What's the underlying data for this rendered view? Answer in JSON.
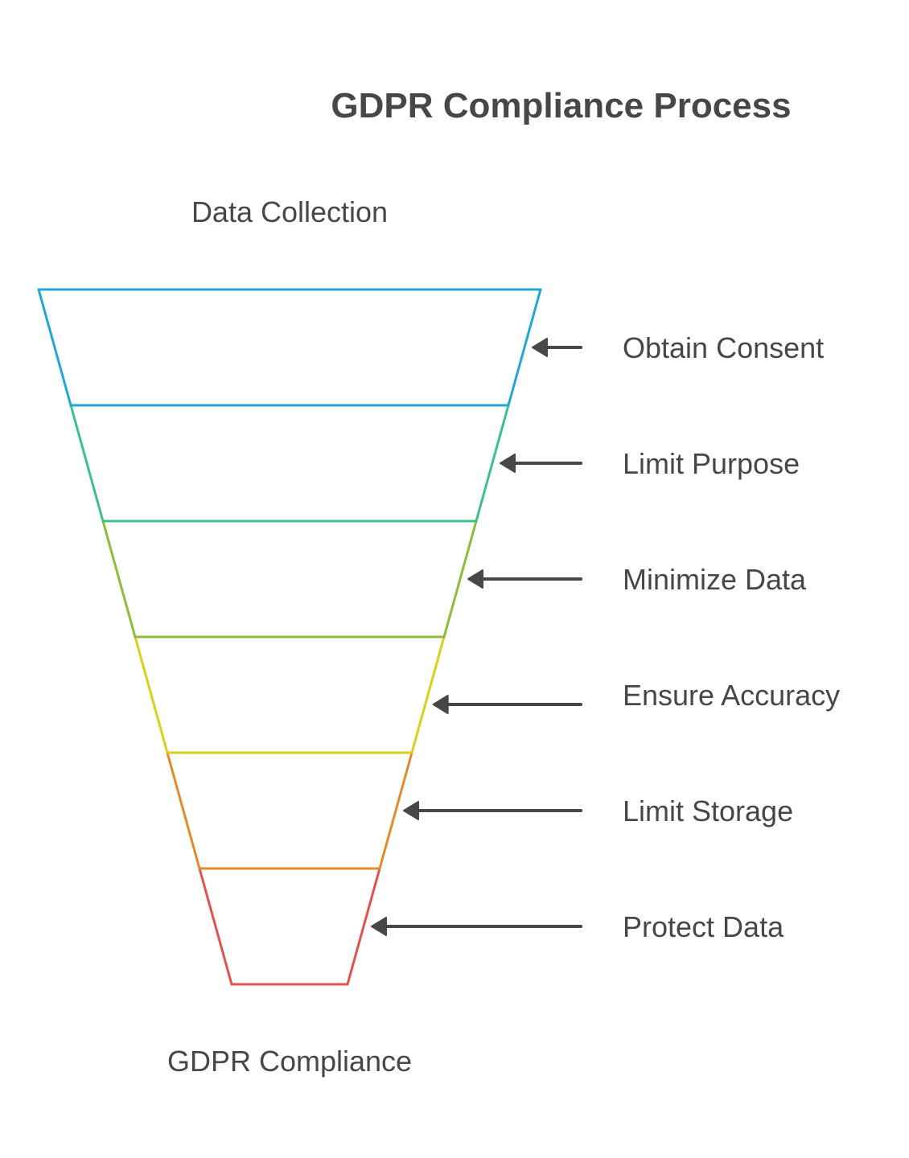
{
  "diagram": {
    "title": "GDPR Compliance Process",
    "top_label": "Data Collection",
    "bottom_label": "GDPR Compliance",
    "stages": [
      {
        "label": "Obtain Consent",
        "color": "#22a6d4"
      },
      {
        "label": "Limit Purpose",
        "color": "#3cc08a"
      },
      {
        "label": "Minimize Data",
        "color": "#8fba3b"
      },
      {
        "label": "Ensure Accuracy",
        "color": "#dcce1c"
      },
      {
        "label": "Limit Storage",
        "color": "#e08a2b"
      },
      {
        "label": "Protect Data",
        "color": "#e0524f"
      }
    ],
    "arrow_color": "#474747"
  }
}
